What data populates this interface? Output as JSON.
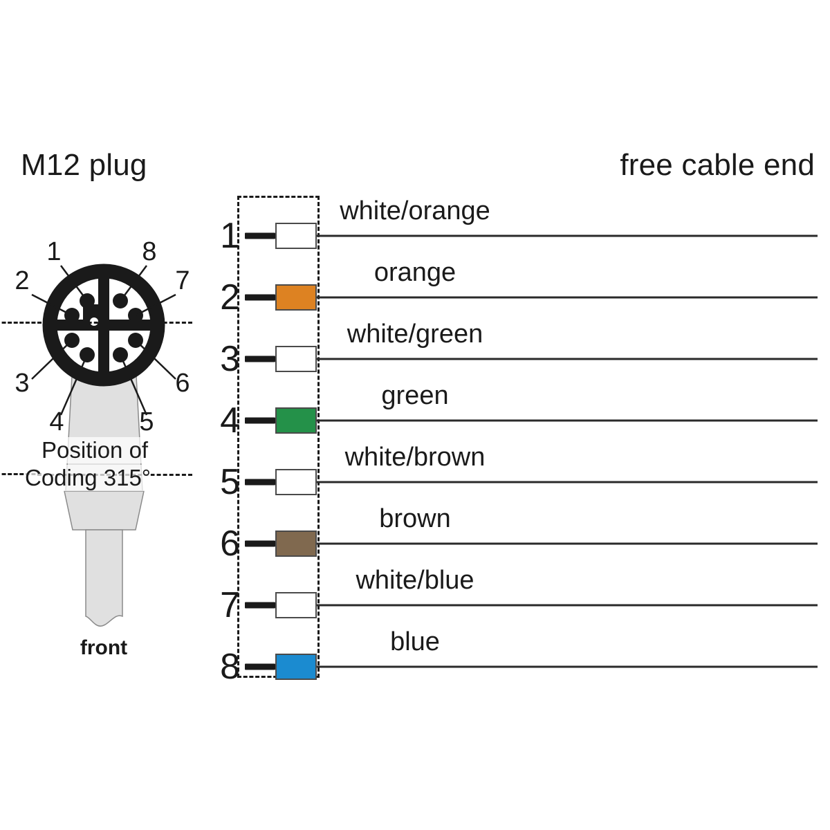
{
  "headers": {
    "left": "M12 plug",
    "right": "free cable end"
  },
  "connector": {
    "view_label": "front",
    "coding_note_line1": "Position of",
    "coding_note_line2": "Coding 315°",
    "pin_callouts": [
      "1",
      "2",
      "3",
      "4",
      "5",
      "6",
      "7",
      "8"
    ],
    "body_color": "#e0e0e0",
    "face_ring_color": "#1a1a1a"
  },
  "wiring": {
    "rows": [
      {
        "pin": "1",
        "label": "white/orange",
        "color": "#ffffff"
      },
      {
        "pin": "2",
        "label": "orange",
        "color": "#dd8222"
      },
      {
        "pin": "3",
        "label": "white/green",
        "color": "#ffffff"
      },
      {
        "pin": "4",
        "label": "green",
        "color": "#249149"
      },
      {
        "pin": "5",
        "label": "white/brown",
        "color": "#ffffff"
      },
      {
        "pin": "6",
        "label": "brown",
        "color": "#80694f"
      },
      {
        "pin": "7",
        "label": "white/blue",
        "color": "#ffffff"
      },
      {
        "pin": "8",
        "label": "blue",
        "color": "#1b8bd0"
      }
    ]
  }
}
